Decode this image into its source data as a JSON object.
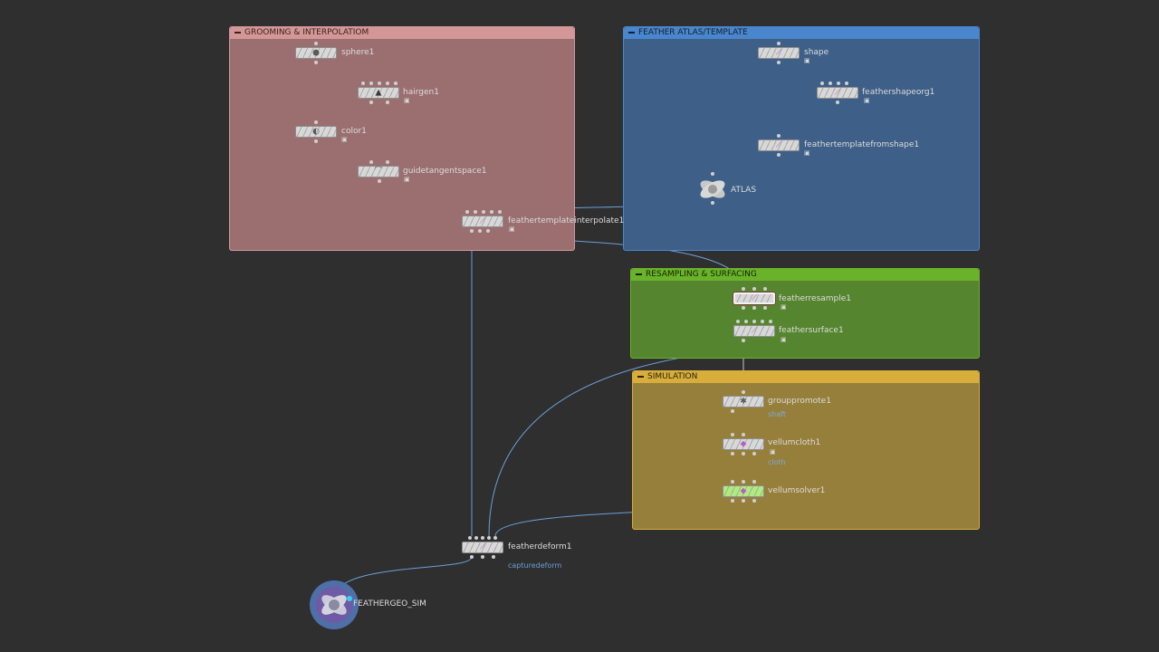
{
  "colors": {
    "background": "#2f2f2f",
    "wire": "#6a9fd6",
    "wire_gray": "#c8c8c8",
    "wire_pink": "#e476c0"
  },
  "boxes": {
    "grooming": {
      "title": "GROOMING & INTERPOLATIOM",
      "color": "#9b6f70",
      "header": "#d49797"
    },
    "atlas": {
      "title": "FEATHER ATLAS/TEMPLATE",
      "color": "#3e5f87",
      "header": "#4a86cc"
    },
    "resample": {
      "title": "RESAMPLING & SURFACING",
      "color": "#56852f",
      "header": "#6ab22a"
    },
    "sim": {
      "title": "SIMULATION",
      "color": "#967f3b",
      "header": "#d7ae3c"
    }
  },
  "nodes": {
    "sphere1": {
      "label": "sphere1",
      "icon": "sphere-icon"
    },
    "hairgen1": {
      "label": "hairgen1",
      "icon": "hairgen-icon"
    },
    "color1": {
      "label": "color1",
      "icon": "color-icon"
    },
    "guidetangentspace1": {
      "label": "guidetangentspace1",
      "icon": "guide-icon"
    },
    "feathertemplateinterpolate1": {
      "label": "feathertemplateinterpolate1",
      "icon": "feather-icon"
    },
    "shape": {
      "label": "shape",
      "icon": "feather-icon"
    },
    "feathershapeorg1": {
      "label": "feathershapeorg1",
      "icon": "feather-icon"
    },
    "feathertemplatefromshape1": {
      "label": "feathertemplatefromshape1",
      "icon": "feather-icon"
    },
    "atlas": {
      "label": "ATLAS",
      "icon": "switch-icon"
    },
    "featherresample1": {
      "label": "featherresample1",
      "icon": "feather-icon"
    },
    "feathersurface1": {
      "label": "feathersurface1",
      "icon": "feather-icon"
    },
    "grouppromote1": {
      "label": "grouppromote1",
      "sub": "shaft",
      "icon": "group-icon"
    },
    "vellumcloth1": {
      "label": "vellumcloth1",
      "sub": "cloth",
      "icon": "vellum-icon"
    },
    "vellumsolver1": {
      "label": "vellumsolver1",
      "icon": "vellum-solver-icon"
    },
    "featherdeform1": {
      "label": "featherdeform1",
      "sub": "capturedeform",
      "icon": "feather-icon"
    },
    "feathergeo_sim": {
      "label": "FEATHERGEO_SIM",
      "icon": "null-icon"
    }
  }
}
